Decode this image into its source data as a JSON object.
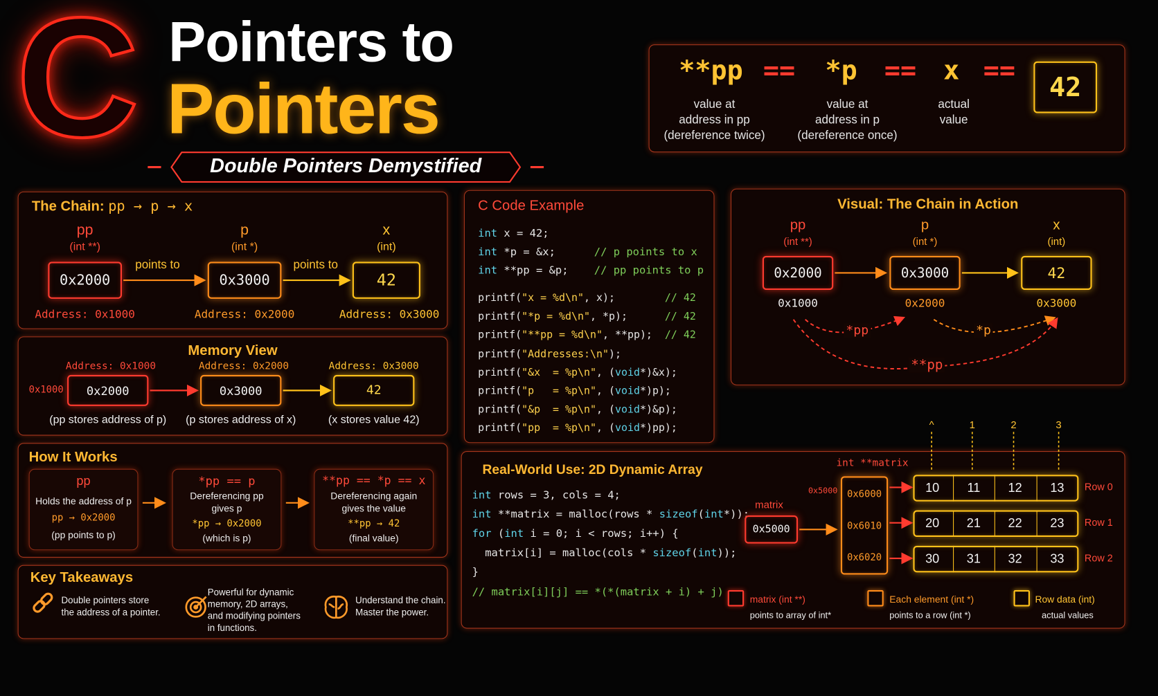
{
  "header": {
    "logo_letter": "C",
    "title_line1": "Pointers to",
    "title_line2": "Pointers",
    "subtitle": "Double Pointers Demystified"
  },
  "equation": {
    "terms": [
      {
        "expr": "**pp",
        "desc": "value at\naddress in pp\n(dereference twice)"
      },
      {
        "expr": "*p",
        "desc": "value at\naddress in p\n(dereference once)"
      },
      {
        "expr": "x",
        "desc": "actual\nvalue"
      }
    ],
    "op": "==",
    "result": "42"
  },
  "chain": {
    "title_prefix": "The Chain:",
    "title_rest": "pp → p → x",
    "nodes": [
      {
        "name": "pp",
        "type": "(int **)",
        "value": "0x2000",
        "address": "Address: 0x1000"
      },
      {
        "name": "p",
        "type": "(int *)",
        "value": "0x3000",
        "address": "Address: 0x2000"
      },
      {
        "name": "x",
        "type": "(int)",
        "value": "42",
        "address": "Address: 0x3000"
      }
    ],
    "arrow_label": "points to"
  },
  "memory": {
    "title": "Memory View",
    "left_addr": "0x1000",
    "cells": [
      {
        "address": "Address: 0x1000",
        "value": "0x2000",
        "note": "(pp stores address of p)"
      },
      {
        "address": "Address: 0x2000",
        "value": "0x3000",
        "note": "(p stores address of x)"
      },
      {
        "address": "Address: 0x3000",
        "value": "42",
        "note": "(x stores value 42)"
      }
    ]
  },
  "how": {
    "title": "How It Works",
    "steps": [
      {
        "head": "pp",
        "line1": "Holds the address of p",
        "line2": "pp  →  0x2000",
        "line3": "(pp points to p)"
      },
      {
        "head": "*pp == p",
        "line1": "Dereferencing pp",
        "line1b": "gives p",
        "line2": "*pp  →  0x2000",
        "line3": "(which is p)"
      },
      {
        "head": "**pp == *p == x",
        "line1": "Dereferencing again",
        "line1b": "gives the value",
        "line2": "**pp  →  42",
        "line3": "(final value)"
      }
    ]
  },
  "takeaways": {
    "title": "Key Takeaways",
    "items": [
      {
        "icon": "link-icon",
        "text1": "Double pointers store",
        "text2": "the address of a pointer."
      },
      {
        "icon": "target-icon",
        "text1": "Powerful for dynamic",
        "text2": "memory, 2D arrays,",
        "text3": "and modifying pointers",
        "text4": "in functions."
      },
      {
        "icon": "brain-icon",
        "text1": "Understand the chain.",
        "text2": "Master the power."
      }
    ]
  },
  "code": {
    "title": "C Code Example"
  },
  "visual": {
    "title": "Visual: The Chain in Action",
    "nodes": [
      {
        "name": "pp",
        "type": "(int **)",
        "value": "0x2000",
        "address": "0x1000"
      },
      {
        "name": "p",
        "type": "(int *)",
        "value": "0x3000",
        "address": "0x2000"
      },
      {
        "name": "x",
        "type": "(int)",
        "value": "42",
        "address": "0x3000"
      }
    ],
    "deref1": "*pp",
    "deref2": "*p",
    "deref3": "**pp"
  },
  "realworld": {
    "title": "Real-World Use: 2D Dynamic Array",
    "matrix_label": "matrix",
    "matrix_value": "0x5000",
    "ptr_label": "int **matrix",
    "ptr_addr": "0x5000",
    "row_ptrs": [
      "0x6000",
      "0x6010",
      "0x6020"
    ],
    "col_headers": [
      "^",
      "1",
      "2",
      "3"
    ],
    "rows": [
      {
        "cells": [
          "10",
          "11",
          "12",
          "13"
        ],
        "label": "Row 0"
      },
      {
        "cells": [
          "20",
          "21",
          "22",
          "23"
        ],
        "label": "Row 1"
      },
      {
        "cells": [
          "30",
          "31",
          "32",
          "33"
        ],
        "label": "Row 2"
      }
    ],
    "legend": [
      {
        "title": "matrix (int **)",
        "desc": "points to array of int*"
      },
      {
        "title": "Each element (int *)",
        "desc": "points to a row (int *)"
      },
      {
        "title": "Row data (int)",
        "desc": "actual values"
      }
    ]
  },
  "colors": {
    "red": "#ff3b2f",
    "orange": "#ff8c1a",
    "yellow": "#ffc21a",
    "background": "#050505"
  }
}
